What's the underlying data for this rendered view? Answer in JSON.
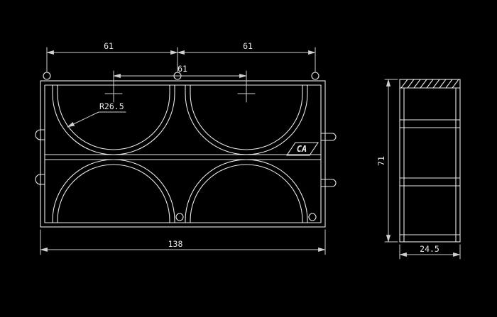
{
  "colors": {
    "background": "#000000",
    "line": "#e9e9e9",
    "dim_line": "#cfcfcf",
    "text": "#e9e9e9"
  },
  "front_view": {
    "dims": {
      "top_left_span": "61",
      "top_right_span": "61",
      "center_span": "61",
      "arc_radius": "R26.5",
      "overall_width": "138"
    },
    "logo": "CA"
  },
  "side_view": {
    "dims": {
      "height": "71",
      "depth": "24.5"
    }
  }
}
